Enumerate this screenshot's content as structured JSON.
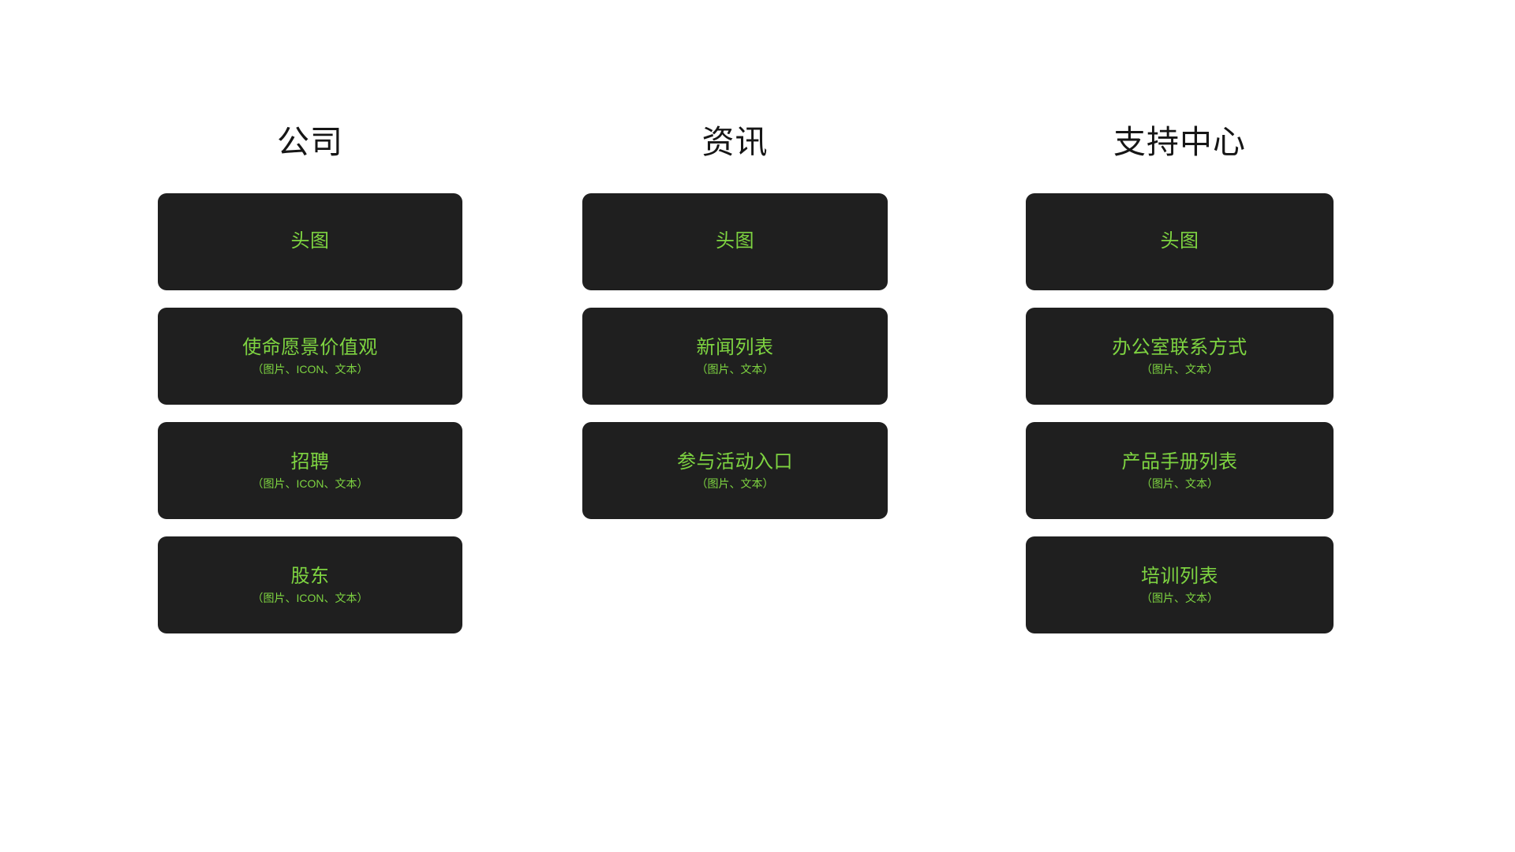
{
  "theme": {
    "page_background": "#ffffff",
    "card_background": "#1f1f1f",
    "accent_text": "#7ed441",
    "heading_text": "#161616"
  },
  "columns": [
    {
      "title": "公司",
      "cards": [
        {
          "title": "头图",
          "subtitle": ""
        },
        {
          "title": "使命愿景价值观",
          "subtitle": "（图片、ICON、文本）"
        },
        {
          "title": "招聘",
          "subtitle": "（图片、ICON、文本）"
        },
        {
          "title": "股东",
          "subtitle": "（图片、ICON、文本）"
        }
      ]
    },
    {
      "title": "资讯",
      "cards": [
        {
          "title": "头图",
          "subtitle": ""
        },
        {
          "title": "新闻列表",
          "subtitle": "（图片、文本）"
        },
        {
          "title": "参与活动入口",
          "subtitle": "（图片、文本）"
        }
      ]
    },
    {
      "title": "支持中心",
      "cards": [
        {
          "title": "头图",
          "subtitle": ""
        },
        {
          "title": "办公室联系方式",
          "subtitle": "（图片、文本）"
        },
        {
          "title": "产品手册列表",
          "subtitle": "（图片、文本）"
        },
        {
          "title": "培训列表",
          "subtitle": "（图片、文本）"
        }
      ]
    }
  ]
}
